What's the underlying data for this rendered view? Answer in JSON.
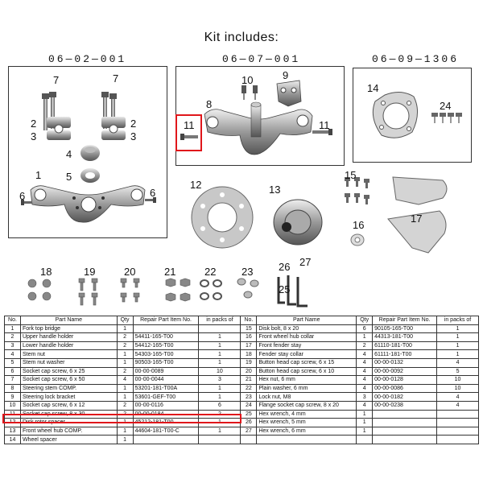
{
  "header": {
    "title": "Kit includes:"
  },
  "kits": [
    {
      "code": "06—02—001"
    },
    {
      "code": "06—07—001"
    },
    {
      "code": "06—09—1306"
    }
  ],
  "callouts": {
    "p1": "1",
    "p2a": "2",
    "p3a": "3",
    "p2b": "2",
    "p3b": "3",
    "p4": "4",
    "p5": "5",
    "p6a": "6",
    "p6b": "6",
    "p7a": "7",
    "p7b": "7",
    "p8": "8",
    "p9": "9",
    "p10": "10",
    "p11a": "11",
    "p11b": "11",
    "p12": "12",
    "p13": "13",
    "p14": "14",
    "p15": "15",
    "p16": "16",
    "p17": "17",
    "p18": "18",
    "p19": "19",
    "p20": "20",
    "p21": "21",
    "p22": "22",
    "p23": "23",
    "p24": "24",
    "p25": "25",
    "p26": "26",
    "p27": "27"
  },
  "table": {
    "headers": [
      "No.",
      "Part Name",
      "Qty",
      "Repair Part Item No.",
      "in packs of"
    ],
    "left_rows": [
      {
        "no": "1",
        "name": "Fork top bridge",
        "qty": "1",
        "item": "",
        "pack": ""
      },
      {
        "no": "2",
        "name": "Upper handle holder",
        "qty": "2",
        "item": "54411-165-T00",
        "pack": "1"
      },
      {
        "no": "3",
        "name": "Lower handle holder",
        "qty": "2",
        "item": "54412-165-T00",
        "pack": "1"
      },
      {
        "no": "4",
        "name": "Stem nut",
        "qty": "1",
        "item": "54303-165-T00",
        "pack": "1"
      },
      {
        "no": "5",
        "name": "Stem nut washer",
        "qty": "1",
        "item": "90503-165-T00",
        "pack": "1"
      },
      {
        "no": "6",
        "name": "Socket cap screw, 6 x 25",
        "qty": "2",
        "item": "00-00-0089",
        "pack": "10"
      },
      {
        "no": "7",
        "name": "Socket cap screw, 6 x 50",
        "qty": "4",
        "item": "00-00-0044",
        "pack": "3"
      },
      {
        "no": "8",
        "name": "Steering stem COMP.",
        "qty": "1",
        "item": "53201-181-T00A",
        "pack": "1"
      },
      {
        "no": "9",
        "name": "Steering lock bracket",
        "qty": "1",
        "item": "53601-GEF-T00",
        "pack": "1"
      },
      {
        "no": "10",
        "name": "Socket cap screw, 6 x 12",
        "qty": "2",
        "item": "00-00-0116",
        "pack": "6"
      },
      {
        "no": "11",
        "name": "Socket cap screw, 8 x 30",
        "qty": "2",
        "item": "00-00-0184",
        "pack": "2"
      },
      {
        "no": "12",
        "name": "Disk rotor spacer",
        "qty": "1",
        "item": "45212-181-T00",
        "pack": "1"
      },
      {
        "no": "13",
        "name": "Front wheel hub COMP.",
        "qty": "1",
        "item": "44604-181-T00-C",
        "pack": "1"
      },
      {
        "no": "14",
        "name": "Wheel spacer",
        "qty": "1",
        "item": "",
        "pack": ""
      }
    ],
    "right_rows": [
      {
        "no": "15",
        "name": "Disk bolt, 8 x 20",
        "qty": "6",
        "item": "90105-165-T00",
        "pack": "1"
      },
      {
        "no": "16",
        "name": "Front wheel hub collar",
        "qty": "1",
        "item": "44313-181-T00",
        "pack": "1"
      },
      {
        "no": "17",
        "name": "Front fender stay",
        "qty": "2",
        "item": "61110-181-T00",
        "pack": "1"
      },
      {
        "no": "18",
        "name": "Fender stay collar",
        "qty": "4",
        "item": "61111-181-T00",
        "pack": "1"
      },
      {
        "no": "19",
        "name": "Button head cap screw, 6 x 15",
        "qty": "4",
        "item": "00-00-0132",
        "pack": "4"
      },
      {
        "no": "20",
        "name": "Button head cap screw, 6 x 10",
        "qty": "4",
        "item": "00-00-0092",
        "pack": "5"
      },
      {
        "no": "21",
        "name": "Hex nut, 6 mm",
        "qty": "4",
        "item": "00-00-0128",
        "pack": "10"
      },
      {
        "no": "22",
        "name": "Plain washer, 6 mm",
        "qty": "4",
        "item": "00-00-0086",
        "pack": "10"
      },
      {
        "no": "23",
        "name": "Lock nut, M8",
        "qty": "3",
        "item": "00-00-0182",
        "pack": "4"
      },
      {
        "no": "24",
        "name": "Flange socket cap screw, 8 x 20",
        "qty": "4",
        "item": "00-00-0238",
        "pack": "4"
      },
      {
        "no": "25",
        "name": "Hex wrench, 4 mm",
        "qty": "1",
        "item": "",
        "pack": ""
      },
      {
        "no": "26",
        "name": "Hex wrench, 5 mm",
        "qty": "1",
        "item": "",
        "pack": ""
      },
      {
        "no": "27",
        "name": "Hex wrench, 6 mm",
        "qty": "1",
        "item": "",
        "pack": ""
      },
      {
        "no": "",
        "name": "",
        "qty": "",
        "item": "",
        "pack": ""
      }
    ]
  }
}
